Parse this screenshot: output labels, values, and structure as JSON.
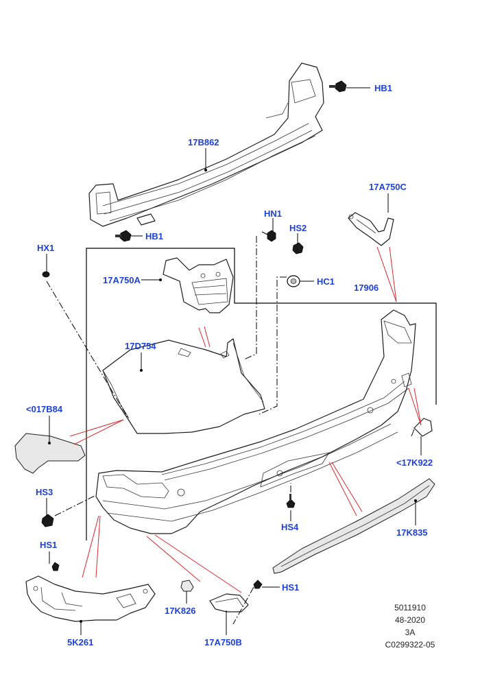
{
  "diagram": {
    "labels": {
      "hb1_top": "HB1",
      "crossmember": "17B862",
      "hb1_bottom": "HB1",
      "bracket_c": "17A750C",
      "hn1": "HN1",
      "hs2": "HS2",
      "hx1": "HX1",
      "bracket_a": "17A750A",
      "hc1": "HC1",
      "bumper_cover": "17906",
      "absorber": "17D754",
      "pad": "<017B84",
      "reflector": "<17K922",
      "hs3": "HS3",
      "hs4": "HS4",
      "trim_strip": "17K835",
      "hs1_left": "HS1",
      "hs1_right": "HS1",
      "clip": "17K826",
      "bracket_b": "17A750B",
      "splash": "5K261"
    },
    "reference": {
      "line1": "5011910",
      "line2": "48-2020",
      "line3": "3A",
      "line4": "C0299322-05"
    },
    "colors": {
      "label": "#1e40d8",
      "leader_red": "#d9262c",
      "line": "#000000"
    }
  }
}
